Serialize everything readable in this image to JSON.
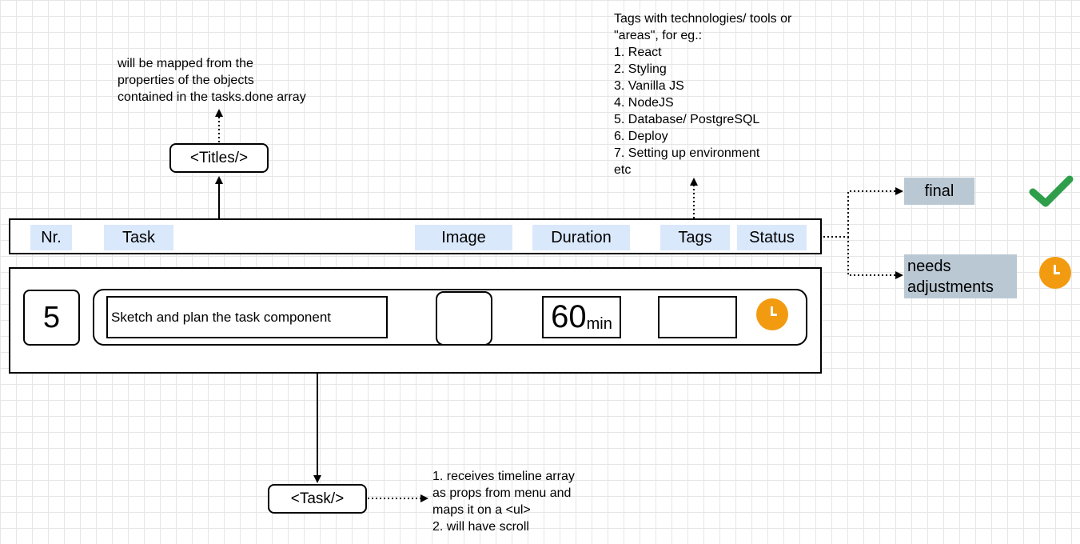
{
  "notes": {
    "titles_note": "will be mapped from the\nproperties of the objects\ncontained in the tasks.done array",
    "tags_note": "Tags with technologies/ tools or\n\"areas\", for eg.:\n1. React\n2. Styling\n3. Vanilla JS\n4. NodeJS\n5. Database/ PostgreSQL\n6. Deploy\n7. Setting up environment\netc",
    "task_note": "1. receives timeline array\nas props from menu and\nmaps it on a <ul>\n2. will have scroll"
  },
  "components": {
    "titles": "<Titles/>",
    "task": "<Task/>"
  },
  "header": {
    "nr": "Nr.",
    "task": "Task",
    "image": "Image",
    "duration": "Duration",
    "tags": "Tags",
    "status": "Status"
  },
  "row": {
    "number": "5",
    "task_text": "Sketch and plan the task component",
    "duration_value": "60",
    "duration_unit": "min"
  },
  "statuses": {
    "final": "final",
    "needs_adjustments": "needs\nadjustments"
  },
  "icons": {
    "checkmark": "check-icon",
    "clock": "clock-icon"
  },
  "colors": {
    "header_fill": "#dae8fc",
    "status_fill": "#bac8d3",
    "clock": "#f29b11",
    "check": "#2e9e4a"
  }
}
